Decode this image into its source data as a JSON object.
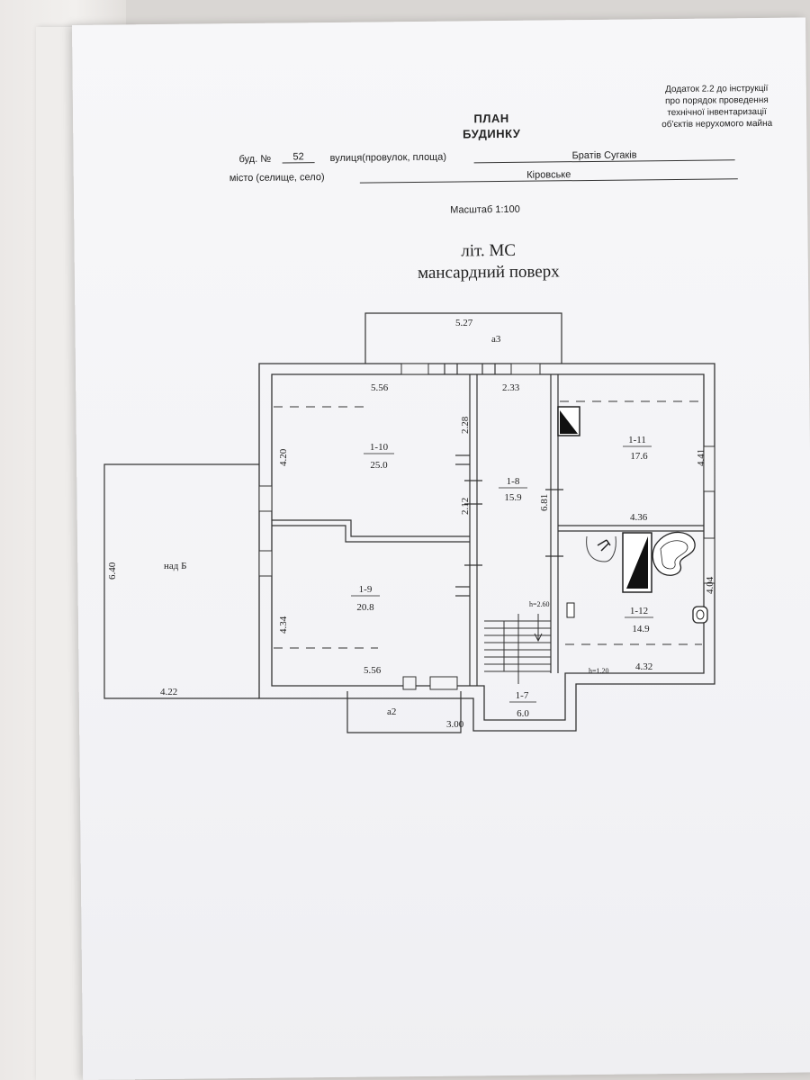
{
  "header": {
    "annex_lines": [
      "Додаток 2.2 до інструкції",
      "про  порядок проведення",
      "технічної   інвентаризації",
      "об'єктів нерухомого майна"
    ],
    "title_line1": "ПЛАН",
    "title_line2": "БУДИНКУ"
  },
  "address": {
    "building_label": "буд.  №",
    "building_number": "52",
    "street_label": "вулиця(провулок, площа)",
    "street_value": "Братів Сугаків",
    "city_label": "місто (селище, село)",
    "city_value": "Кіровське"
  },
  "scale": "Масштаб 1:100",
  "floor": {
    "letter": "літ. МС",
    "name": "мансардний поверх"
  },
  "rooms": [
    {
      "id": "1-10",
      "area": "25.0"
    },
    {
      "id": "1-9",
      "area": "20.8"
    },
    {
      "id": "1-8",
      "area": "15.9"
    },
    {
      "id": "1-11",
      "area": "17.6"
    },
    {
      "id": "1-12",
      "area": "14.9"
    },
    {
      "id": "1-7",
      "area": "6.0"
    }
  ],
  "dimensions": {
    "balcony_width": "5.27",
    "top_left": "5.56",
    "top_middle": "2.33",
    "left_upper": "4.20",
    "mid_upper": "2.28",
    "mid_lower": "2.12",
    "corridor": "6.81",
    "right_upper": "4.41",
    "right_mid_width": "4.36",
    "right_lower": "4.04",
    "left_lower": "4.34",
    "bottom_left": "5.56",
    "bottom_right": "4.32",
    "annex_height": "6.40",
    "annex_width": "4.22",
    "porch_width": "3.00",
    "stair_height": "h=2.60",
    "low_height": "h=1.20"
  },
  "labels": {
    "balcony": "а3",
    "porch": "а2",
    "above": "над Б"
  }
}
